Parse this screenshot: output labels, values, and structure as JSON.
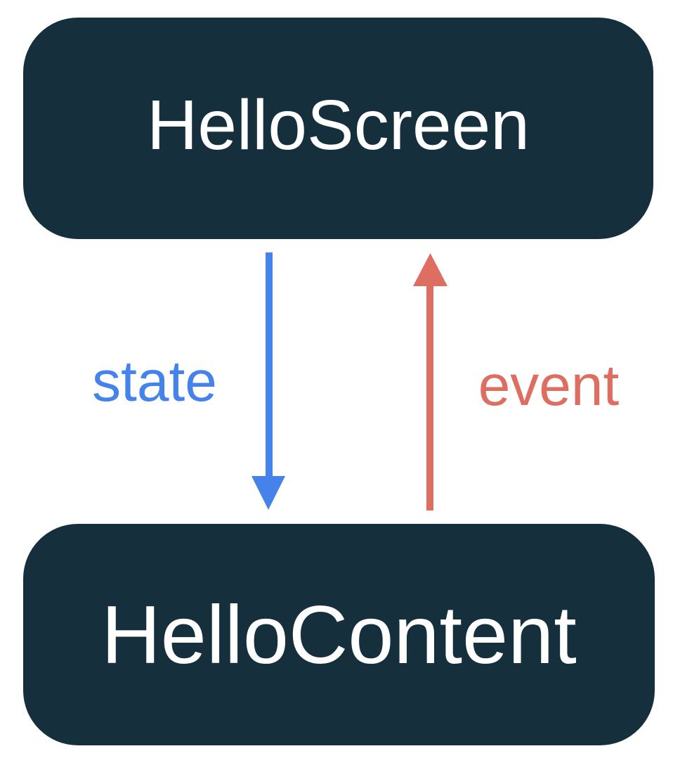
{
  "nodes": {
    "top": {
      "label": "HelloScreen"
    },
    "bottom": {
      "label": "HelloContent"
    }
  },
  "arrows": {
    "state": {
      "label": "state",
      "direction": "down",
      "color": "#4583EA"
    },
    "event": {
      "label": "event",
      "direction": "up",
      "color": "#DE6E62"
    }
  },
  "colors": {
    "box_fill": "#152F3D",
    "box_text": "#FFFFFF",
    "background": "#FFFFFF"
  }
}
